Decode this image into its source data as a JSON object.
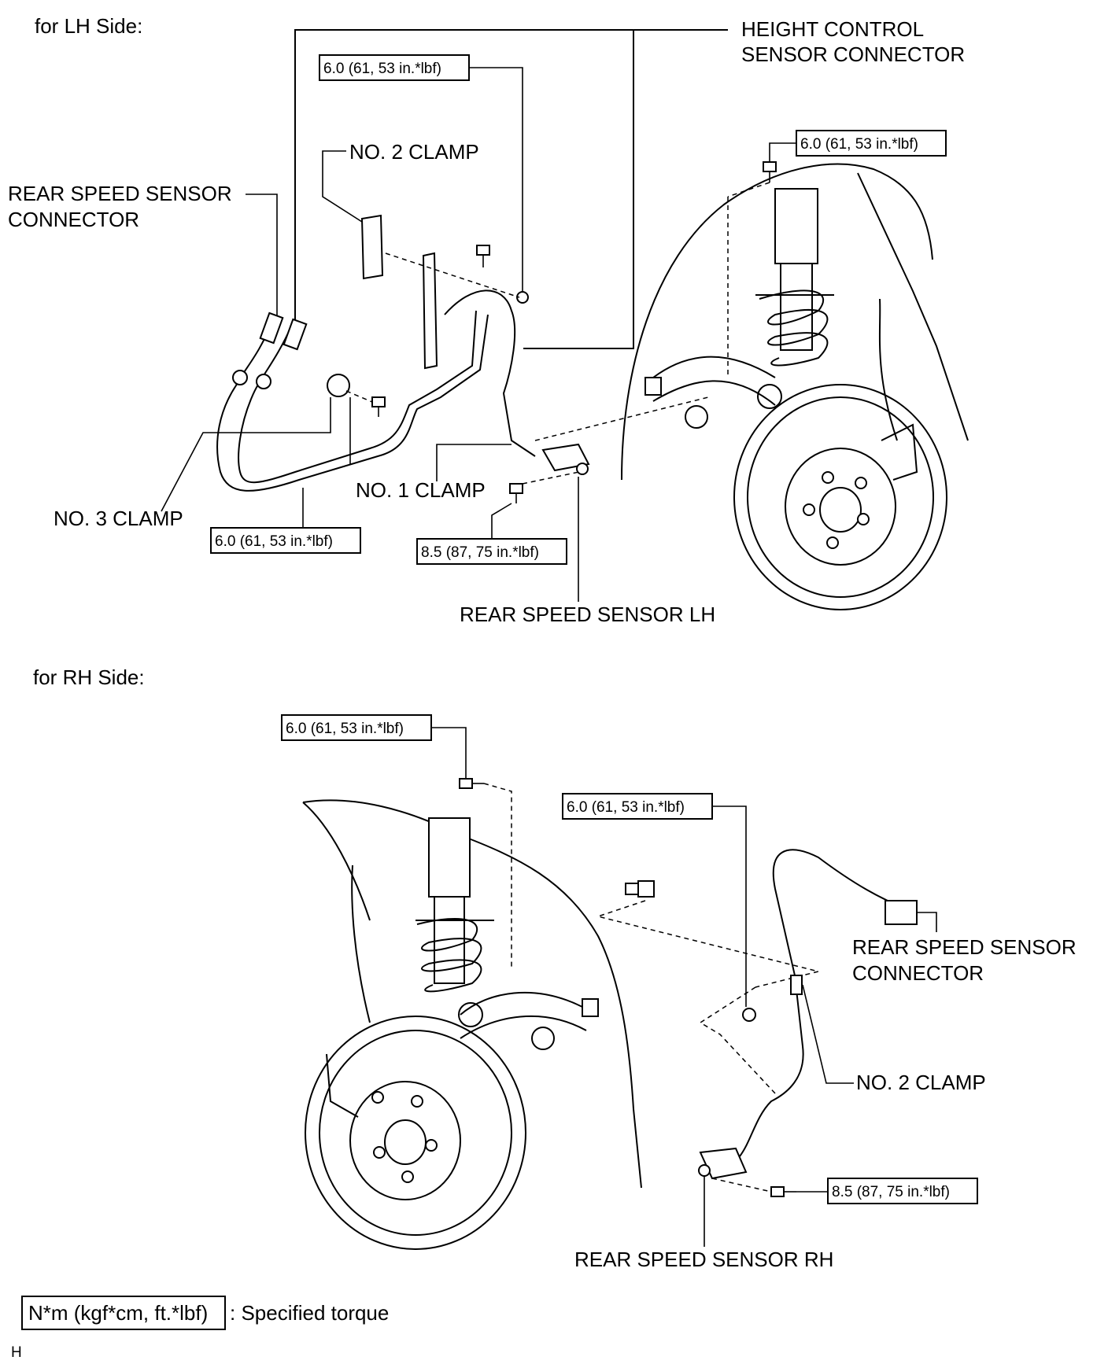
{
  "sections": {
    "lh_title": "for LH Side:",
    "rh_title": "for RH Side:"
  },
  "lh": {
    "height_control_line1": "HEIGHT CONTROL",
    "height_control_line2": "SENSOR CONNECTOR",
    "rear_speed_connector_line1": "REAR SPEED SENSOR",
    "rear_speed_connector_line2": "CONNECTOR",
    "no2_clamp": "NO. 2 CLAMP",
    "no1_clamp": "NO. 1 CLAMP",
    "no3_clamp": "NO. 3 CLAMP",
    "sensor": "REAR SPEED SENSOR LH",
    "torque_top": "6.0 (61, 53 in.*lbf)",
    "torque_strut": "6.0 (61, 53 in.*lbf)",
    "torque_clamp3": "6.0 (61, 53 in.*lbf)",
    "torque_sensor": "8.5 (87, 75 in.*lbf)"
  },
  "rh": {
    "torque_strut": "6.0 (61, 53 in.*lbf)",
    "torque_nut": "6.0 (61, 53 in.*lbf)",
    "connector_line1": "REAR SPEED SENSOR",
    "connector_line2": "CONNECTOR",
    "no2_clamp": "NO. 2 CLAMP",
    "torque_sensor": "8.5 (87, 75 in.*lbf)",
    "sensor": "REAR SPEED SENSOR RH"
  },
  "legend": {
    "unit_box": "N*m (kgf*cm, ft.*lbf)",
    "unit_text": ": Specified torque"
  },
  "footer": {
    "code": "H"
  }
}
